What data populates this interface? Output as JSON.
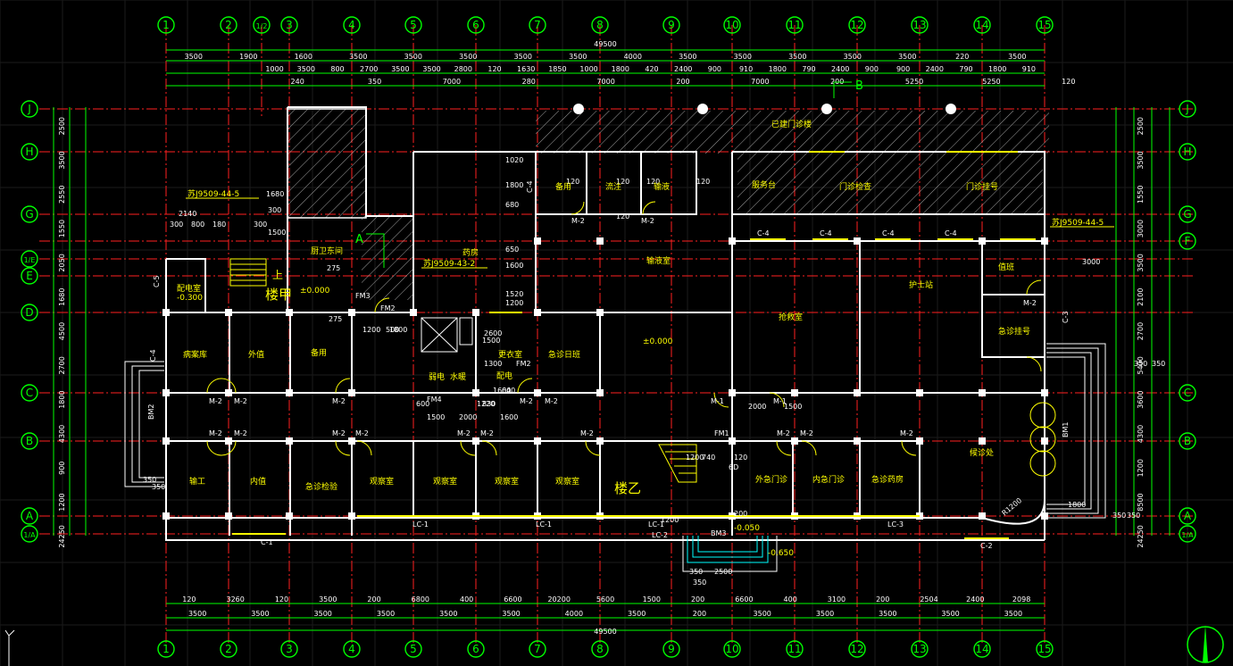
{
  "colors": {
    "background": "#000000",
    "axis": "#00ff00",
    "grid_line": "#ff2020",
    "wall": "#ffffff",
    "dimension": "#00ff00",
    "room_text": "#ffff00",
    "dim_text": "#ffffff",
    "hatch": "#c8c8c8",
    "window": "#ffff00"
  },
  "top_axes": [
    "1",
    "2",
    "1/2",
    "3",
    "4",
    "5",
    "6",
    "7",
    "8",
    "9",
    "10",
    "11",
    "12",
    "13",
    "14",
    "15"
  ],
  "bottom_axes": [
    "1",
    "2",
    "3",
    "4",
    "5",
    "6",
    "7",
    "8",
    "9",
    "10",
    "11",
    "12",
    "13",
    "14",
    "15"
  ],
  "left_axes": [
    "J",
    "H",
    "G",
    "1/E",
    "E",
    "D",
    "C",
    "B",
    "A",
    "1/A"
  ],
  "right_axes": [
    "J",
    "H",
    "G",
    "F",
    "C",
    "B",
    "A",
    "1/A"
  ],
  "top_dims": {
    "total": "49500",
    "row1": [
      "3500",
      "1900",
      "1600",
      "3500",
      "3500",
      "3500",
      "3500",
      "3500",
      "4000",
      "3500",
      "3500",
      "3500",
      "3500",
      "3500",
      "220",
      "3500"
    ],
    "row2": [
      "1000",
      "3500",
      "800",
      "2700",
      "3500",
      "3500",
      "2800",
      "120",
      "1630",
      "1850",
      "1000",
      "1800",
      "420",
      "2400",
      "900",
      "910",
      "1800",
      "790",
      "2400",
      "900",
      "900",
      "2400",
      "790",
      "1800",
      "910"
    ],
    "row3": [
      "240",
      "350",
      "7000",
      "280",
      "7000",
      "200",
      "7000",
      "200",
      "5250",
      "5250",
      "120"
    ]
  },
  "bottom_dims": {
    "total": "49500",
    "row1": [
      "120",
      "3260",
      "120",
      "3500",
      "200",
      "6800",
      "400",
      "6600",
      "20200",
      "5600",
      "1500",
      "200",
      "6600",
      "400",
      "3100",
      "200",
      "2504",
      "2400",
      "2098"
    ],
    "row2": [
      "3500",
      "3500",
      "3500",
      "3500",
      "3500",
      "3500",
      "4000",
      "3500",
      "200",
      "3500",
      "3500",
      "3500",
      "3500",
      "3500"
    ]
  },
  "left_dims": [
    "2500",
    "3500",
    "2550",
    "1550",
    "2050",
    "1680",
    "4500",
    "2700",
    "1800",
    "4300",
    "900",
    "1200",
    "24250"
  ],
  "right_dims": [
    "2500",
    "3500",
    "1550",
    "3000",
    "3500",
    "2100",
    "2700",
    "5400",
    "3600",
    "4300",
    "1200",
    "8500",
    "24250"
  ],
  "rooms": {
    "r01": "病案库",
    "r02": "外值",
    "r03": "备用",
    "r04": "配电室",
    "r05": "楼甲",
    "r06": "厨卫东间",
    "r07": "药房",
    "r08": "备用",
    "r09": "流注",
    "r10": "输液",
    "r11": "输液室",
    "r12": "服务台",
    "r13": "门诊检查",
    "r14": "门诊挂号",
    "r15": "更衣室",
    "r16": "急诊日班",
    "r17": "抢救室",
    "r18": "护士站",
    "r19": "值班",
    "r20": "急诊挂号",
    "r21": "弱电",
    "r22": "水暖",
    "r23": "配电",
    "r24": "输工",
    "r25": "内值",
    "r26": "急诊检验",
    "r27": "观察室",
    "r28": "观察室",
    "r29": "观察室",
    "r30": "观察室",
    "r31": "楼乙",
    "r32": "外急门诊",
    "r33": "内急门诊",
    "r34": "急诊药房",
    "r35": "候诊处",
    "r36": "已建门诊楼"
  },
  "doors": [
    "M-2",
    "M-2",
    "M-2",
    "M-2",
    "M-2",
    "M-2",
    "M-2",
    "M-2",
    "M-2",
    "M-2",
    "M-2",
    "M-2",
    "M-2",
    "M-2",
    "M-2",
    "M-2",
    "M-2",
    "M-2",
    "M-1",
    "M-1",
    "FM1",
    "FM2",
    "FM3",
    "FM4",
    "FM2",
    "BM1",
    "BM2",
    "BM3",
    "C-1",
    "C-2",
    "C-3",
    "C-4",
    "C-4",
    "C-4",
    "C-4",
    "C-4",
    "C-4",
    "C-5",
    "LC-1",
    "LC-1",
    "LC-1",
    "LC-2",
    "LC-3"
  ],
  "notes": {
    "ref1": "苏J9509-44-5",
    "ref2": "苏J9509-44-5",
    "ref3": "苏J9509-43-2",
    "lvl1": "±0.000",
    "lvl2": "±0.000",
    "lvl3": "-0.300",
    "lvl4": "-0.050",
    "lvl5": "-0.650",
    "sec_a": "A",
    "sec_b": "B",
    "radius": "R1200",
    "stair_up": "上"
  },
  "small_dims": [
    "300",
    "800",
    "180",
    "2140",
    "300",
    "1680",
    "300",
    "1500",
    "500",
    "1200",
    "1800",
    "275",
    "275",
    "1020",
    "1800",
    "680",
    "650",
    "1600",
    "1520",
    "1200",
    "1300",
    "2600",
    "600",
    "1500",
    "2000",
    "1220",
    "830",
    "1600",
    "640",
    "2000",
    "1500",
    "120",
    "120",
    "120",
    "120",
    "120",
    "350",
    "350",
    "1800",
    "350",
    "350",
    "2500",
    "350",
    "350",
    "740",
    "1200",
    "6D",
    "120",
    "1200",
    "200",
    "1600",
    "1500",
    "3000",
    "350",
    "350"
  ]
}
